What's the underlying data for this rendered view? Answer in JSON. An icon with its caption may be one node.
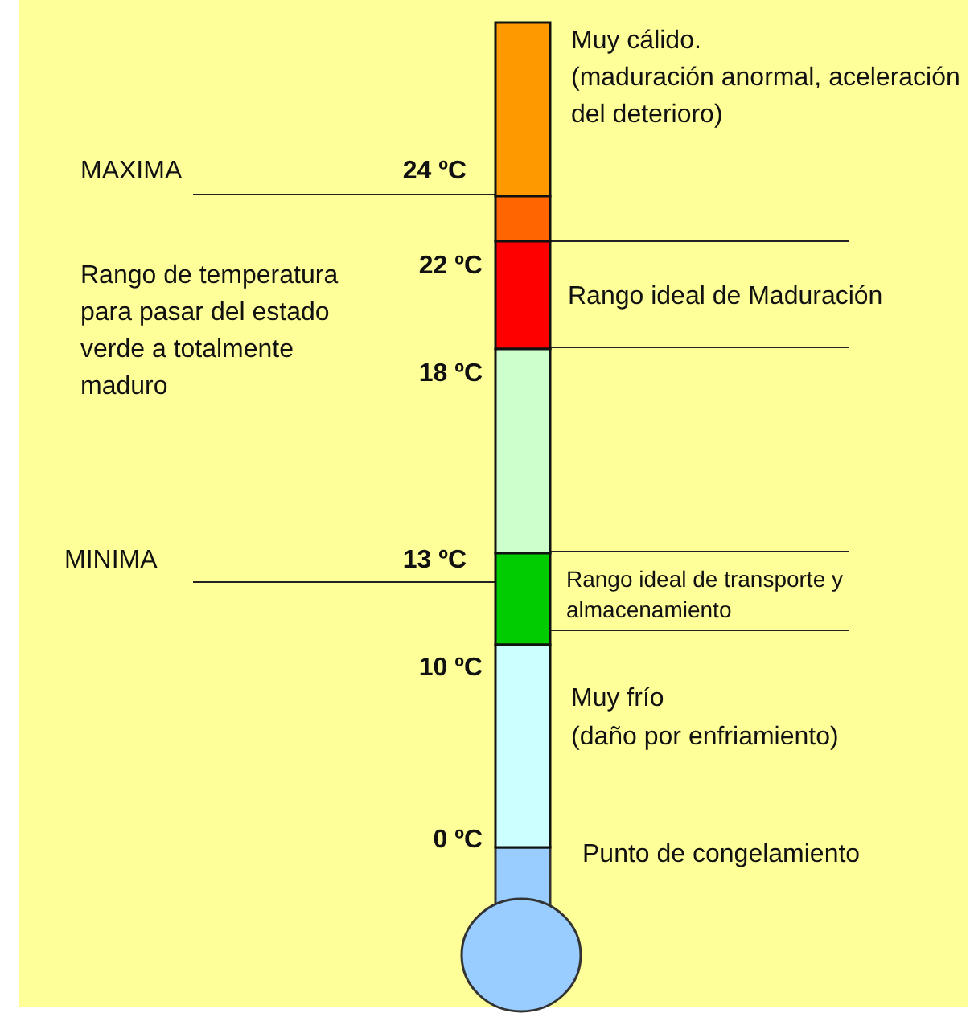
{
  "diagram": {
    "labels": [
      "Muy cálido.",
      "(maduración anormal, aceleración del deterioro)",
      "MAXIMA",
      "24 ºC",
      "22 ºC",
      "Rango ideal de Maduración",
      "Rango de temperatura para pasar del estado verde a totalmente maduro",
      "18 ºC",
      "MINIMA",
      "13 ºC",
      "Rango ideal de transporte y almacenamiento",
      "10 ºC",
      "Muy frío",
      "(daño por enfriamiento)",
      "0 ºC",
      "Punto de congelamiento"
    ]
  }
}
